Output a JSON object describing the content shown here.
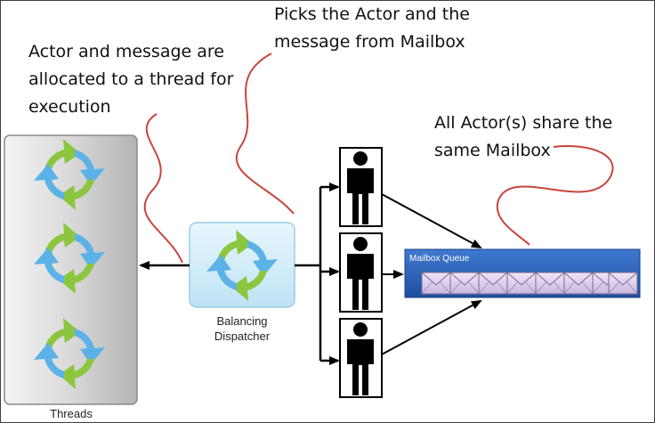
{
  "annotations": {
    "allocated": [
      "Actor and message are",
      "allocated to a thread for",
      "execution"
    ],
    "picks": [
      "Picks the Actor and the",
      "message from Mailbox"
    ],
    "share": [
      "All Actor(s) share the",
      "same Mailbox"
    ]
  },
  "threads": {
    "label": "Threads"
  },
  "dispatcher": {
    "label_line1": "Balancing",
    "label_line2": "Dispatcher"
  },
  "mailbox": {
    "title": "Mailbox Queue",
    "message_count": 8
  },
  "actors": {
    "count": 3
  },
  "colors": {
    "squiggle": "#c8463c",
    "cycle_green": "#8cc63f",
    "cycle_blue": "#5bb2e6",
    "mailbox_blue": "#2a5fb5",
    "envelope": "#d8c8ea",
    "dispatcher_bg": "#d6eef9"
  },
  "icons": {
    "cycle": "cycle-arrows-icon",
    "actor": "person-icon",
    "message": "envelope-icon"
  }
}
